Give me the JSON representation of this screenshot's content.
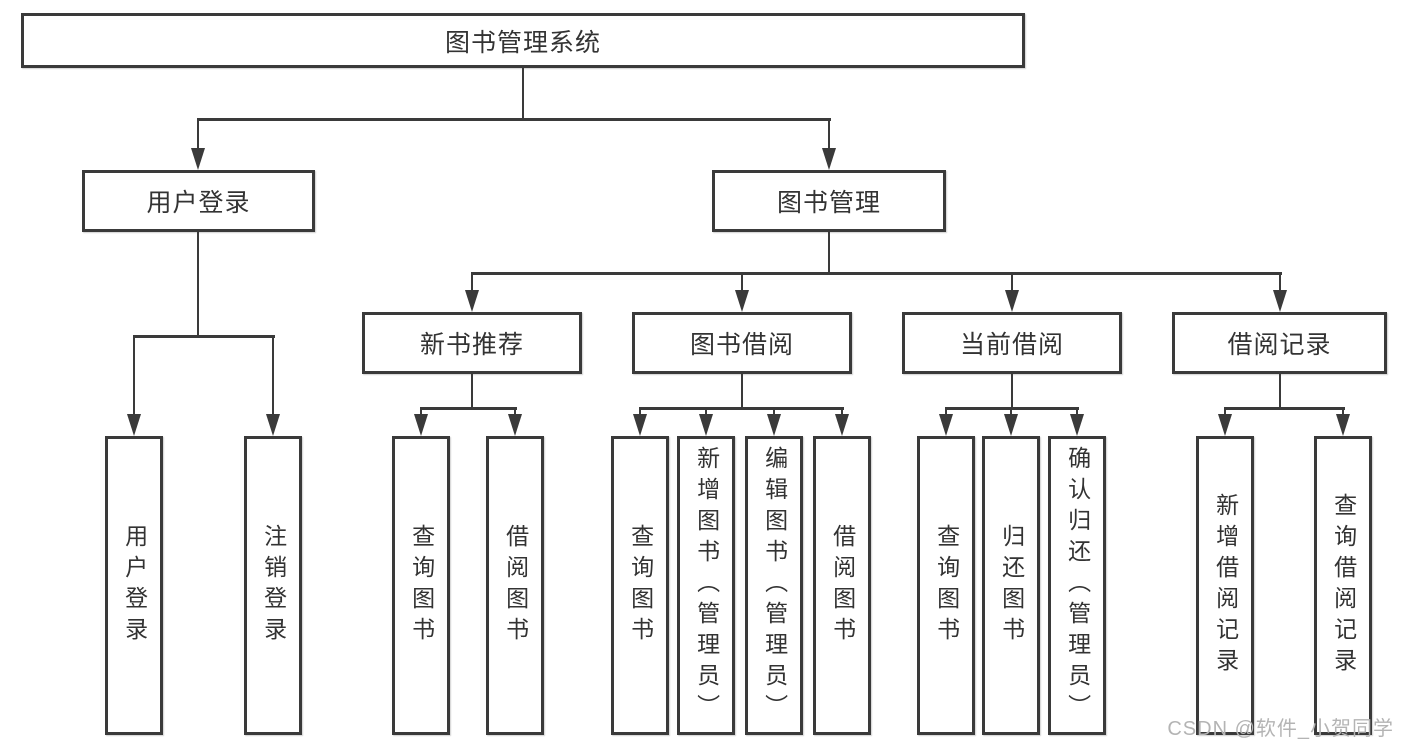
{
  "nodes": {
    "root": "图书管理系统",
    "branches": [
      {
        "label": "用户登录"
      },
      {
        "label": "图书管理"
      }
    ],
    "sections": [
      {
        "label": "新书推荐"
      },
      {
        "label": "图书借阅"
      },
      {
        "label": "当前借阅"
      },
      {
        "label": "借阅记录"
      }
    ],
    "leaves": [
      {
        "label": "用户登录"
      },
      {
        "label": "注销登录"
      },
      {
        "label": "查询图书"
      },
      {
        "label": "借阅图书"
      },
      {
        "label": "查询图书"
      },
      {
        "label": "新增图书（管理员）"
      },
      {
        "label": "编辑图书（管理员）"
      },
      {
        "label": "借阅图书"
      },
      {
        "label": "查询图书"
      },
      {
        "label": "归还图书"
      },
      {
        "label": "确认归还（管理员）"
      },
      {
        "label": "新增借阅记录"
      },
      {
        "label": "查询借阅记录"
      }
    ]
  },
  "watermark": "CSDN @软件_小贺同学",
  "colors": {
    "line": "#3a3a3a",
    "text": "#333333",
    "watermark": "#b4b4b4",
    "background": "#ffffff"
  }
}
